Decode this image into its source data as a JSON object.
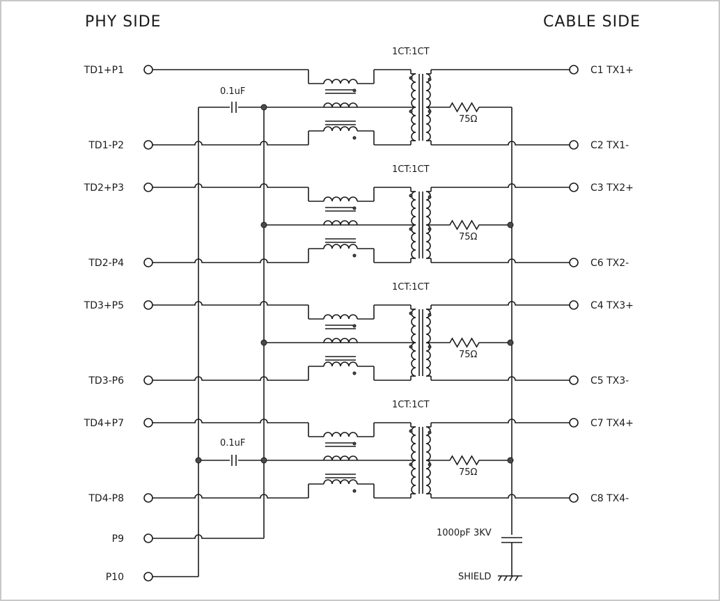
{
  "diagram": {
    "headings": {
      "phy": "PHY SIDE",
      "cable": "CABLE SIDE"
    },
    "phy_pins": [
      "TD1+P1",
      "TD1-P2",
      "TD2+P3",
      "TD2-P4",
      "TD3+P5",
      "TD3-P6",
      "TD4+P7",
      "TD4-P8",
      "P9",
      "P10"
    ],
    "cable_pins": [
      "C1  TX1+",
      "C2  TX1-",
      "C3  TX2+",
      "C6  TX2-",
      "C4  TX3+",
      "C5  TX3-",
      "C7  TX4+",
      "C8  TX4-"
    ],
    "transformer_ratio": "1CT:1CT",
    "resistor_value": "75Ω",
    "capacitor_value": "0.1uF",
    "hv_capacitor_value": "1000pF  3KV",
    "shield_label": "SHIELD",
    "colors": {
      "line": "#1a1a1a",
      "node": "#4a4a4a",
      "frame": "#c8c8c8"
    }
  }
}
